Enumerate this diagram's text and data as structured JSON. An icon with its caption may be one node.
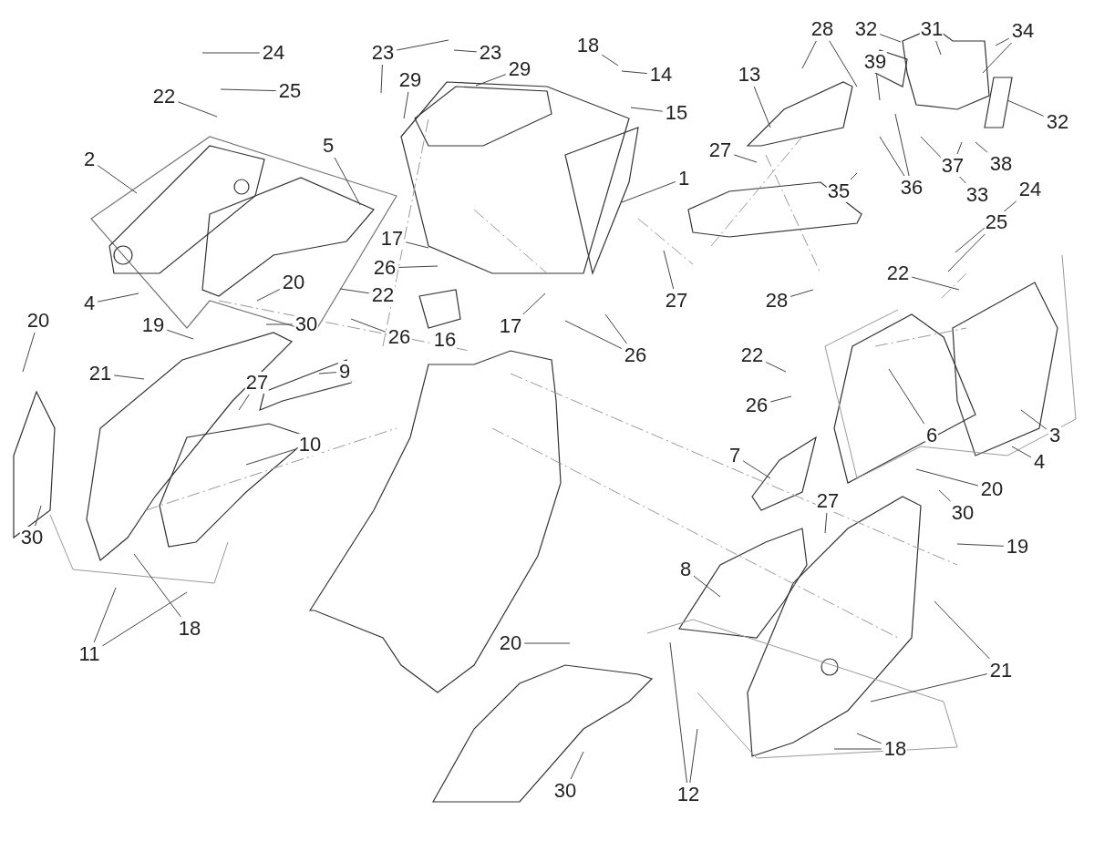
{
  "diagram": {
    "nodes": [
      {
        "text": [
          "24"
        ]
      },
      {
        "text": [
          "25"
        ]
      },
      {
        "text": [
          "22"
        ]
      },
      {
        "text": [
          "2"
        ]
      },
      {
        "text": [
          "5"
        ]
      },
      {
        "text": [
          "4"
        ]
      },
      {
        "text": [
          "23"
        ]
      },
      {
        "text": [
          "23"
        ]
      },
      {
        "text": [
          "29"
        ]
      },
      {
        "text": [
          "29"
        ]
      },
      {
        "text": [
          "18"
        ]
      },
      {
        "text": [
          "14"
        ]
      },
      {
        "text": [
          "15"
        ]
      },
      {
        "text": [
          "1"
        ]
      },
      {
        "text": [
          "17"
        ]
      },
      {
        "text": [
          "26"
        ]
      },
      {
        "text": [
          "16"
        ]
      },
      {
        "text": [
          "17"
        ]
      },
      {
        "text": [
          "26"
        ]
      },
      {
        "text": [
          "28"
        ]
      },
      {
        "text": [
          "32"
        ]
      },
      {
        "text": [
          "31"
        ]
      },
      {
        "text": [
          "34"
        ]
      },
      {
        "text": [
          "13"
        ]
      },
      {
        "text": [
          "39"
        ]
      },
      {
        "text": [
          "32"
        ]
      },
      {
        "text": [
          "27"
        ]
      },
      {
        "text": [
          "36"
        ]
      },
      {
        "text": [
          "33"
        ]
      },
      {
        "text": [
          "37"
        ]
      },
      {
        "text": [
          "38"
        ]
      },
      {
        "text": [
          "35"
        ]
      },
      {
        "text": [
          "24"
        ]
      },
      {
        "text": [
          "25"
        ]
      },
      {
        "text": [
          "27"
        ]
      },
      {
        "text": [
          "28"
        ]
      },
      {
        "text": [
          "22"
        ]
      },
      {
        "text": [
          "20"
        ]
      },
      {
        "text": [
          "22"
        ]
      },
      {
        "text": [
          "30"
        ]
      },
      {
        "text": [
          "26"
        ]
      },
      {
        "text": [
          "20"
        ]
      },
      {
        "text": [
          "19"
        ]
      },
      {
        "text": [
          "21"
        ]
      },
      {
        "text": [
          "27"
        ]
      },
      {
        "text": [
          "9"
        ]
      },
      {
        "text": [
          "10"
        ]
      },
      {
        "text": [
          "30"
        ]
      },
      {
        "text": [
          "18"
        ]
      },
      {
        "text": [
          "11"
        ]
      },
      {
        "text": [
          "22"
        ]
      },
      {
        "text": [
          "26"
        ]
      },
      {
        "text": [
          "6"
        ]
      },
      {
        "text": [
          "3"
        ]
      },
      {
        "text": [
          "4"
        ]
      },
      {
        "text": [
          "7"
        ]
      },
      {
        "text": [
          "27"
        ]
      },
      {
        "text": [
          "20"
        ]
      },
      {
        "text": [
          "30"
        ]
      },
      {
        "text": [
          "19"
        ]
      },
      {
        "text": [
          "8"
        ]
      },
      {
        "text": [
          "21"
        ]
      },
      {
        "text": [
          "20"
        ]
      },
      {
        "text": [
          "18"
        ]
      },
      {
        "text": [
          "12"
        ]
      },
      {
        "text": [
          "30"
        ]
      }
    ],
    "edges": [
      {
        "from": 0,
        "to": null,
        "arrow": "none"
      },
      {
        "from": 1,
        "to": null,
        "arrow": "none"
      },
      {
        "from": 2,
        "to": null,
        "arrow": "none"
      },
      {
        "from": 3,
        "to": null,
        "arrow": "none"
      },
      {
        "from": 4,
        "to": null,
        "arrow": "none"
      },
      {
        "from": 5,
        "to": null,
        "arrow": "none"
      },
      {
        "from": 6,
        "to": null,
        "arrow": "none"
      },
      {
        "from": 6,
        "to": null,
        "arrow": "none"
      },
      {
        "from": 7,
        "to": null,
        "arrow": "none"
      },
      {
        "from": 8,
        "to": null,
        "arrow": "none"
      },
      {
        "from": 9,
        "to": null,
        "arrow": "none"
      },
      {
        "from": 10,
        "to": null,
        "arrow": "none"
      },
      {
        "from": 11,
        "to": null,
        "arrow": "none"
      },
      {
        "from": 12,
        "to": null,
        "arrow": "none"
      },
      {
        "from": 13,
        "to": null,
        "arrow": "none"
      },
      {
        "from": 14,
        "to": null,
        "arrow": "none"
      },
      {
        "from": 15,
        "to": null,
        "arrow": "none"
      },
      {
        "from": 17,
        "to": null,
        "arrow": "none"
      },
      {
        "from": 18,
        "to": null,
        "arrow": "none"
      },
      {
        "from": 18,
        "to": null,
        "arrow": "none"
      },
      {
        "from": 19,
        "to": null,
        "arrow": "none"
      },
      {
        "from": 19,
        "to": null,
        "arrow": "none"
      },
      {
        "from": 20,
        "to": null,
        "arrow": "none"
      },
      {
        "from": 21,
        "to": null,
        "arrow": "none"
      },
      {
        "from": 22,
        "to": null,
        "arrow": "none"
      },
      {
        "from": 22,
        "to": null,
        "arrow": "none"
      },
      {
        "from": 23,
        "to": null,
        "arrow": "none"
      },
      {
        "from": 24,
        "to": null,
        "arrow": "none"
      },
      {
        "from": 25,
        "to": null,
        "arrow": "none"
      },
      {
        "from": 26,
        "to": null,
        "arrow": "none"
      },
      {
        "from": 27,
        "to": null,
        "arrow": "none"
      },
      {
        "from": 27,
        "to": null,
        "arrow": "none"
      },
      {
        "from": 28,
        "to": null,
        "arrow": "none"
      },
      {
        "from": 29,
        "to": null,
        "arrow": "none"
      },
      {
        "from": 30,
        "to": null,
        "arrow": "none"
      },
      {
        "from": 31,
        "to": null,
        "arrow": "none"
      },
      {
        "from": 32,
        "to": null,
        "arrow": "none"
      },
      {
        "from": 33,
        "to": null,
        "arrow": "none"
      },
      {
        "from": 34,
        "to": null,
        "arrow": "none"
      },
      {
        "from": 35,
        "to": null,
        "arrow": "none"
      },
      {
        "from": 36,
        "to": null,
        "arrow": "none"
      },
      {
        "from": 37,
        "to": null,
        "arrow": "none"
      },
      {
        "from": 38,
        "to": null,
        "arrow": "none"
      },
      {
        "from": 39,
        "to": null,
        "arrow": "none"
      },
      {
        "from": 40,
        "to": null,
        "arrow": "none"
      },
      {
        "from": 41,
        "to": null,
        "arrow": "none"
      },
      {
        "from": 42,
        "to": null,
        "arrow": "none"
      },
      {
        "from": 43,
        "to": null,
        "arrow": "none"
      },
      {
        "from": 44,
        "to": null,
        "arrow": "none"
      },
      {
        "from": 45,
        "to": null,
        "arrow": "none"
      },
      {
        "from": 46,
        "to": null,
        "arrow": "none"
      },
      {
        "from": 47,
        "to": null,
        "arrow": "none"
      },
      {
        "from": 48,
        "to": null,
        "arrow": "none"
      },
      {
        "from": 49,
        "to": null,
        "arrow": "none"
      },
      {
        "from": 49,
        "to": null,
        "arrow": "none"
      },
      {
        "from": 50,
        "to": null,
        "arrow": "none"
      },
      {
        "from": 51,
        "to": null,
        "arrow": "none"
      },
      {
        "from": 52,
        "to": null,
        "arrow": "none"
      },
      {
        "from": 53,
        "to": null,
        "arrow": "none"
      },
      {
        "from": 54,
        "to": null,
        "arrow": "none"
      },
      {
        "from": 55,
        "to": null,
        "arrow": "none"
      },
      {
        "from": 56,
        "to": null,
        "arrow": "none"
      },
      {
        "from": 57,
        "to": null,
        "arrow": "none"
      },
      {
        "from": 58,
        "to": null,
        "arrow": "none"
      },
      {
        "from": 59,
        "to": null,
        "arrow": "none"
      },
      {
        "from": 60,
        "to": null,
        "arrow": "none"
      },
      {
        "from": 61,
        "to": null,
        "arrow": "none"
      },
      {
        "from": 61,
        "to": null,
        "arrow": "none"
      },
      {
        "from": 62,
        "to": null,
        "arrow": "none"
      },
      {
        "from": 63,
        "to": null,
        "arrow": "none"
      },
      {
        "from": 63,
        "to": null,
        "arrow": "none"
      },
      {
        "from": 64,
        "to": null,
        "arrow": "none"
      },
      {
        "from": 64,
        "to": null,
        "arrow": "none"
      },
      {
        "from": 65,
        "to": null,
        "arrow": "none"
      }
    ]
  }
}
